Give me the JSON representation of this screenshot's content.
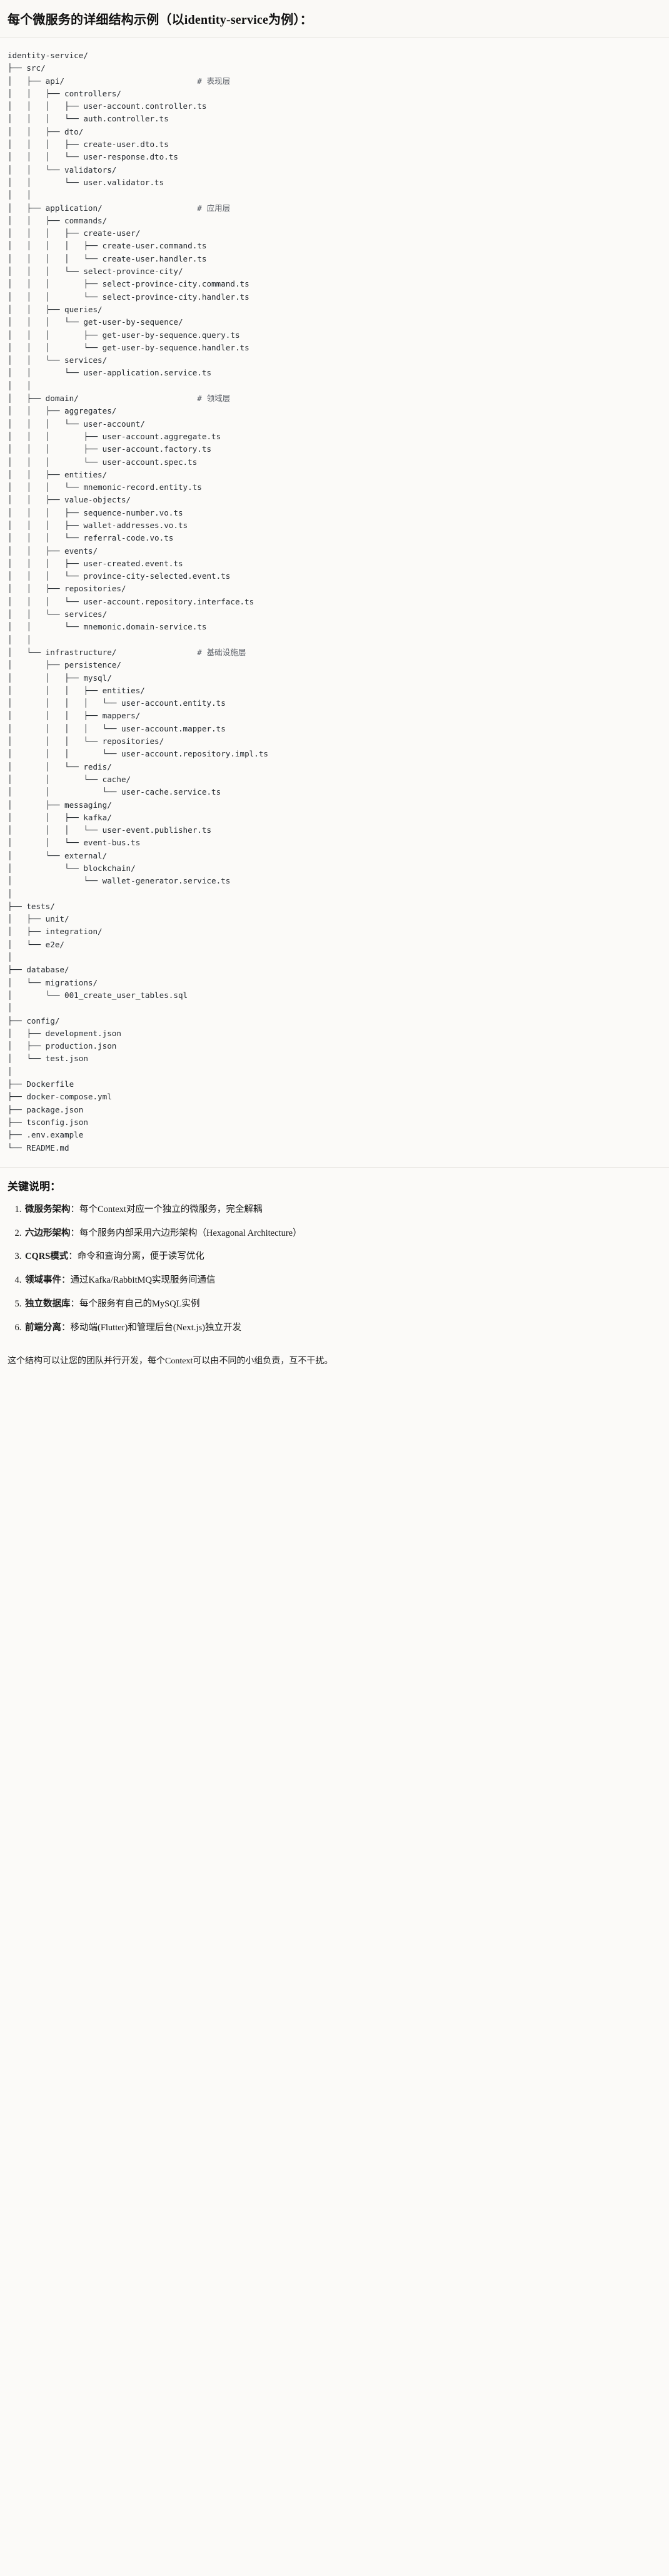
{
  "header": {
    "title": "每个微服务的详细结构示例（以identity-service为例）："
  },
  "tree": {
    "root_label": "identity-service/",
    "lines": [
      {
        "prefix": "",
        "name": "identity-service/",
        "comment": ""
      },
      {
        "prefix": "├── ",
        "name": "src/",
        "comment": ""
      },
      {
        "prefix": "│   ├── ",
        "name": "api/",
        "comment": "# 表现层"
      },
      {
        "prefix": "│   │   ├── ",
        "name": "controllers/",
        "comment": ""
      },
      {
        "prefix": "│   │   │   ├── ",
        "name": "user-account.controller.ts",
        "comment": ""
      },
      {
        "prefix": "│   │   │   └── ",
        "name": "auth.controller.ts",
        "comment": ""
      },
      {
        "prefix": "│   │   ├── ",
        "name": "dto/",
        "comment": ""
      },
      {
        "prefix": "│   │   │   ├── ",
        "name": "create-user.dto.ts",
        "comment": ""
      },
      {
        "prefix": "│   │   │   └── ",
        "name": "user-response.dto.ts",
        "comment": ""
      },
      {
        "prefix": "│   │   └── ",
        "name": "validators/",
        "comment": ""
      },
      {
        "prefix": "│   │       └── ",
        "name": "user.validator.ts",
        "comment": ""
      },
      {
        "prefix": "│   │",
        "name": "",
        "comment": ""
      },
      {
        "prefix": "│   ├── ",
        "name": "application/",
        "comment": "# 应用层"
      },
      {
        "prefix": "│   │   ├── ",
        "name": "commands/",
        "comment": ""
      },
      {
        "prefix": "│   │   │   ├── ",
        "name": "create-user/",
        "comment": ""
      },
      {
        "prefix": "│   │   │   │   ├── ",
        "name": "create-user.command.ts",
        "comment": ""
      },
      {
        "prefix": "│   │   │   │   └── ",
        "name": "create-user.handler.ts",
        "comment": ""
      },
      {
        "prefix": "│   │   │   └── ",
        "name": "select-province-city/",
        "comment": ""
      },
      {
        "prefix": "│   │   │       ├── ",
        "name": "select-province-city.command.ts",
        "comment": ""
      },
      {
        "prefix": "│   │   │       └── ",
        "name": "select-province-city.handler.ts",
        "comment": ""
      },
      {
        "prefix": "│   │   ├── ",
        "name": "queries/",
        "comment": ""
      },
      {
        "prefix": "│   │   │   └── ",
        "name": "get-user-by-sequence/",
        "comment": ""
      },
      {
        "prefix": "│   │   │       ├── ",
        "name": "get-user-by-sequence.query.ts",
        "comment": ""
      },
      {
        "prefix": "│   │   │       └── ",
        "name": "get-user-by-sequence.handler.ts",
        "comment": ""
      },
      {
        "prefix": "│   │   └── ",
        "name": "services/",
        "comment": ""
      },
      {
        "prefix": "│   │       └── ",
        "name": "user-application.service.ts",
        "comment": ""
      },
      {
        "prefix": "│   │",
        "name": "",
        "comment": ""
      },
      {
        "prefix": "│   ├── ",
        "name": "domain/",
        "comment": "# 领域层"
      },
      {
        "prefix": "│   │   ├── ",
        "name": "aggregates/",
        "comment": ""
      },
      {
        "prefix": "│   │   │   └── ",
        "name": "user-account/",
        "comment": ""
      },
      {
        "prefix": "│   │   │       ├── ",
        "name": "user-account.aggregate.ts",
        "comment": ""
      },
      {
        "prefix": "│   │   │       ├── ",
        "name": "user-account.factory.ts",
        "comment": ""
      },
      {
        "prefix": "│   │   │       └── ",
        "name": "user-account.spec.ts",
        "comment": ""
      },
      {
        "prefix": "│   │   ├── ",
        "name": "entities/",
        "comment": ""
      },
      {
        "prefix": "│   │   │   └── ",
        "name": "mnemonic-record.entity.ts",
        "comment": ""
      },
      {
        "prefix": "│   │   ├── ",
        "name": "value-objects/",
        "comment": ""
      },
      {
        "prefix": "│   │   │   ├── ",
        "name": "sequence-number.vo.ts",
        "comment": ""
      },
      {
        "prefix": "│   │   │   ├── ",
        "name": "wallet-addresses.vo.ts",
        "comment": ""
      },
      {
        "prefix": "│   │   │   └── ",
        "name": "referral-code.vo.ts",
        "comment": ""
      },
      {
        "prefix": "│   │   ├── ",
        "name": "events/",
        "comment": ""
      },
      {
        "prefix": "│   │   │   ├── ",
        "name": "user-created.event.ts",
        "comment": ""
      },
      {
        "prefix": "│   │   │   └── ",
        "name": "province-city-selected.event.ts",
        "comment": ""
      },
      {
        "prefix": "│   │   ├── ",
        "name": "repositories/",
        "comment": ""
      },
      {
        "prefix": "│   │   │   └── ",
        "name": "user-account.repository.interface.ts",
        "comment": ""
      },
      {
        "prefix": "│   │   └── ",
        "name": "services/",
        "comment": ""
      },
      {
        "prefix": "│   │       └── ",
        "name": "mnemonic.domain-service.ts",
        "comment": ""
      },
      {
        "prefix": "│   │",
        "name": "",
        "comment": ""
      },
      {
        "prefix": "│   └── ",
        "name": "infrastructure/",
        "comment": "# 基础设施层"
      },
      {
        "prefix": "│       ├── ",
        "name": "persistence/",
        "comment": ""
      },
      {
        "prefix": "│       │   ├── ",
        "name": "mysql/",
        "comment": ""
      },
      {
        "prefix": "│       │   │   ├── ",
        "name": "entities/",
        "comment": ""
      },
      {
        "prefix": "│       │   │   │   └── ",
        "name": "user-account.entity.ts",
        "comment": ""
      },
      {
        "prefix": "│       │   │   ├── ",
        "name": "mappers/",
        "comment": ""
      },
      {
        "prefix": "│       │   │   │   └── ",
        "name": "user-account.mapper.ts",
        "comment": ""
      },
      {
        "prefix": "│       │   │   └── ",
        "name": "repositories/",
        "comment": ""
      },
      {
        "prefix": "│       │   │       └── ",
        "name": "user-account.repository.impl.ts",
        "comment": ""
      },
      {
        "prefix": "│       │   └── ",
        "name": "redis/",
        "comment": ""
      },
      {
        "prefix": "│       │       └── ",
        "name": "cache/",
        "comment": ""
      },
      {
        "prefix": "│       │           └── ",
        "name": "user-cache.service.ts",
        "comment": ""
      },
      {
        "prefix": "│       ├── ",
        "name": "messaging/",
        "comment": ""
      },
      {
        "prefix": "│       │   ├── ",
        "name": "kafka/",
        "comment": ""
      },
      {
        "prefix": "│       │   │   └── ",
        "name": "user-event.publisher.ts",
        "comment": ""
      },
      {
        "prefix": "│       │   └── ",
        "name": "event-bus.ts",
        "comment": ""
      },
      {
        "prefix": "│       └── ",
        "name": "external/",
        "comment": ""
      },
      {
        "prefix": "│           └── ",
        "name": "blockchain/",
        "comment": ""
      },
      {
        "prefix": "│               └── ",
        "name": "wallet-generator.service.ts",
        "comment": ""
      },
      {
        "prefix": "│",
        "name": "",
        "comment": ""
      },
      {
        "prefix": "├── ",
        "name": "tests/",
        "comment": ""
      },
      {
        "prefix": "│   ├── ",
        "name": "unit/",
        "comment": ""
      },
      {
        "prefix": "│   ├── ",
        "name": "integration/",
        "comment": ""
      },
      {
        "prefix": "│   └── ",
        "name": "e2e/",
        "comment": ""
      },
      {
        "prefix": "│",
        "name": "",
        "comment": ""
      },
      {
        "prefix": "├── ",
        "name": "database/",
        "comment": ""
      },
      {
        "prefix": "│   └── ",
        "name": "migrations/",
        "comment": ""
      },
      {
        "prefix": "│       └── ",
        "name": "001_create_user_tables.sql",
        "comment": ""
      },
      {
        "prefix": "│",
        "name": "",
        "comment": ""
      },
      {
        "prefix": "├── ",
        "name": "config/",
        "comment": ""
      },
      {
        "prefix": "│   ├── ",
        "name": "development.json",
        "comment": ""
      },
      {
        "prefix": "│   ├── ",
        "name": "production.json",
        "comment": ""
      },
      {
        "prefix": "│   └── ",
        "name": "test.json",
        "comment": ""
      },
      {
        "prefix": "│",
        "name": "",
        "comment": ""
      },
      {
        "prefix": "├── ",
        "name": "Dockerfile",
        "comment": ""
      },
      {
        "prefix": "├── ",
        "name": "docker-compose.yml",
        "comment": ""
      },
      {
        "prefix": "├── ",
        "name": "package.json",
        "comment": ""
      },
      {
        "prefix": "├── ",
        "name": "tsconfig.json",
        "comment": ""
      },
      {
        "prefix": "├── ",
        "name": ".env.example",
        "comment": ""
      },
      {
        "prefix": "└── ",
        "name": "README.md",
        "comment": ""
      }
    ],
    "comment_column": 40
  },
  "notes": {
    "title": "关键说明：",
    "items": [
      {
        "term": "微服务架构",
        "rest": "：每个Context对应一个独立的微服务，完全解耦"
      },
      {
        "term": "六边形架构",
        "rest": "：每个服务内部采用六边形架构（Hexagonal Architecture）"
      },
      {
        "term": "CQRS模式",
        "rest": "：命令和查询分离，便于读写优化"
      },
      {
        "term": "领域事件",
        "rest": "：通过Kafka/RabbitMQ实现服务间通信"
      },
      {
        "term": "独立数据库",
        "rest": "：每个服务有自己的MySQL实例"
      },
      {
        "term": "前端分离",
        "rest": "：移动端(Flutter)和管理后台(Next.js)独立开发"
      }
    ]
  },
  "closing": {
    "text": "这个结构可以让您的团队并行开发，每个Context可以由不同的小组负责，互不干扰。"
  },
  "colors": {
    "page_background": "#fbfaf8",
    "text": "#1a1a1a",
    "code_text": "#262b31",
    "comment_text": "#5b6068",
    "divider": "#e3e1dc"
  }
}
